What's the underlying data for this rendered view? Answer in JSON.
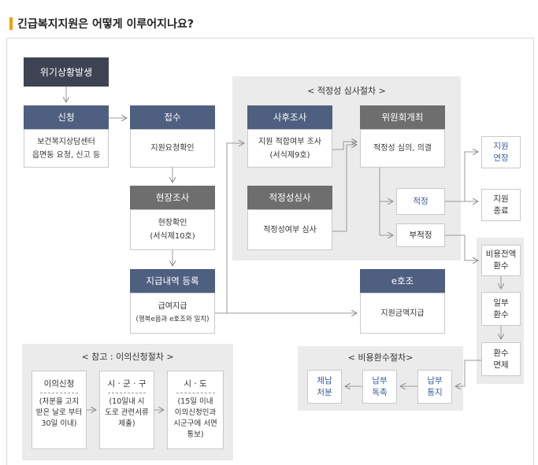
{
  "title": "긴급복지지원은 어떻게 이루어지나요?",
  "colors": {
    "accent": "#f0a000",
    "header_blue": "#4f5f80",
    "header_gray": "#6e6e6e",
    "link_blue": "#3a5f9e",
    "area_bg": "#ebebeb"
  },
  "crisis": "위기상황발생",
  "apply": {
    "header": "신청",
    "line1": "보건복지상담센터",
    "line2": "읍면동 요청, 신고 등"
  },
  "receive": {
    "header": "접수",
    "line1": "지원요청확인"
  },
  "field": {
    "header": "현장조사",
    "line1": "현장확인",
    "line2": "(서식제10호)"
  },
  "register": {
    "header": "지급내역 등록",
    "line1": "급여지급",
    "line2": "(행복e음과 e호조와 일치)"
  },
  "review": {
    "label": "< 적정성 심사절차 >",
    "post": {
      "header": "사후조사",
      "line1": "지원 적합여부 조사",
      "line2": "(서식제9호)"
    },
    "committee": {
      "header": "위원회개최",
      "line1": "적정성 심의, 의결"
    },
    "screening": {
      "header": "적정성심사",
      "line1": "적정성여부 심사"
    },
    "appropriate": "적정",
    "inappropriate": "부적정"
  },
  "support_extend": {
    "line1": "지원",
    "line2": "연장"
  },
  "support_end": {
    "line1": "지원",
    "line2": "종료"
  },
  "ehojo": {
    "header": "e호조",
    "line1": "지원금액지급"
  },
  "refund_right": {
    "full": {
      "line1": "비용전액",
      "line2": "환수"
    },
    "partial": {
      "line1": "일부",
      "line2": "환수"
    },
    "exempt": {
      "line1": "환수",
      "line2": "면제"
    }
  },
  "refund_proc": {
    "label": "< 비용환수절차>",
    "notice": {
      "line1": "납부",
      "line2": "통지"
    },
    "urge": {
      "line1": "납부",
      "line2": "독촉"
    },
    "arrears": {
      "line1": "체납",
      "line2": "처분"
    }
  },
  "reference": {
    "label": "< 참고 : 이의신청절차 >",
    "objection": {
      "title": "이의신청",
      "line1": "(처분을 고지",
      "line2": "받은 날로 부터",
      "line3": "30일 이내)"
    },
    "city": {
      "title": "시 · 군 · 구",
      "line1": "(10일내 시",
      "line2": "도로 관련서류",
      "line3": "제출)"
    },
    "province": {
      "title": "시 · 도",
      "line1": "(15일 이내",
      "line2": "이의신청인과",
      "line3": "시군구에 서면",
      "line4": "통보)"
    }
  }
}
